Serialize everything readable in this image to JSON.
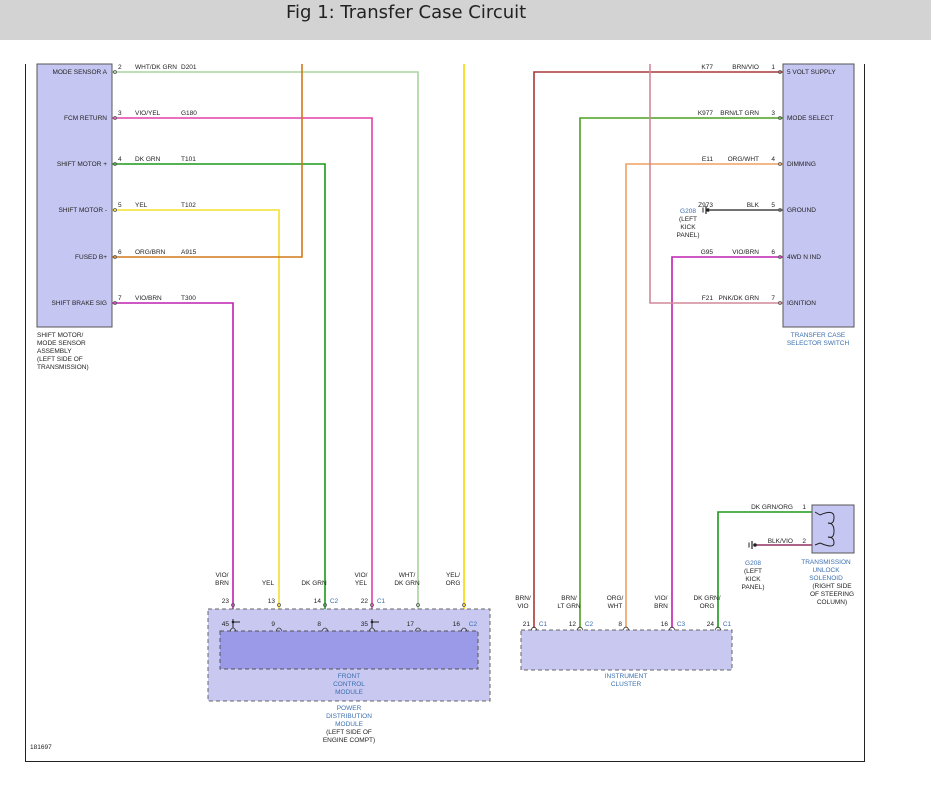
{
  "title": "Fig 1: Transfer Case Circuit",
  "figure_number": "181697",
  "colors": {
    "wht_dk_grn": "#a8d4a0",
    "vio_yel": "#e040a8",
    "dk_grn": "#1a9a1a",
    "yel": "#f2e030",
    "org_brn": "#d07818",
    "vio_brn": "#c020b0",
    "orange": "#f09020",
    "yellow_tall": "#f8d800",
    "brn_vio": "#a83838",
    "brn_lt_grn": "#4ca020",
    "org_wht": "#f0a060",
    "pnk_dk_grn": "#d08898",
    "blk_vio": "#903060",
    "module": "#c8c8f0",
    "module_inner": "#9a9ae8",
    "box": "#c6c6f2"
  },
  "left_component": {
    "pins": [
      {
        "name": "MODE SENSOR A",
        "num": "2",
        "wire": "WHT/DK GRN",
        "circuit": "D201"
      },
      {
        "name": "FCM RETURN",
        "num": "3",
        "wire": "VIO/YEL",
        "circuit": "G180"
      },
      {
        "name": "SHIFT MOTOR +",
        "num": "4",
        "wire": "DK GRN",
        "circuit": "T101"
      },
      {
        "name": "SHIFT MOTOR -",
        "num": "5",
        "wire": "YEL",
        "circuit": "T102"
      },
      {
        "name": "FUSED B+",
        "num": "6",
        "wire": "ORG/BRN",
        "circuit": "A915"
      },
      {
        "name": "SHIFT BRAKE SIG",
        "num": "7",
        "wire": "VIO/BRN",
        "circuit": "T300"
      }
    ],
    "caption": [
      "SHIFT MOTOR/",
      "MODE SENSOR",
      "ASSEMBLY",
      "(LEFT SIDE OF",
      "TRANSMISSION)"
    ]
  },
  "right_component": {
    "pins": [
      {
        "name": "5 VOLT SUPPLY",
        "num": "1",
        "wire": "BRN/VIO",
        "circuit": "K77"
      },
      {
        "name": "MODE SELECT",
        "num": "3",
        "wire": "BRN/LT GRN",
        "circuit": "K977"
      },
      {
        "name": "DIMMING",
        "num": "4",
        "wire": "ORG/WHT",
        "circuit": "E11"
      },
      {
        "name": "GROUND",
        "num": "5",
        "wire": "BLK",
        "circuit": "Z973"
      },
      {
        "name": "4WD N IND",
        "num": "6",
        "wire": "VIO/BRN",
        "circuit": "G95"
      },
      {
        "name": "IGNITION",
        "num": "7",
        "wire": "PNK/DK GRN",
        "circuit": "F21"
      }
    ],
    "caption": [
      "TRANSFER CASE",
      "SELECTOR SWITCH"
    ],
    "ground": [
      "G208",
      "(LEFT",
      "KICK",
      "PANEL)"
    ]
  },
  "fcm": {
    "wire_labels": [
      [
        "VIO/",
        "BRN"
      ],
      [
        "YEL"
      ],
      [
        "DK GRN"
      ],
      [
        "VIO/",
        "YEL"
      ],
      [
        "WHT/",
        "DK GRN"
      ],
      [
        "YEL/",
        "ORG"
      ]
    ],
    "pins_top": [
      "23",
      "13",
      "14",
      "22",
      "",
      ""
    ],
    "connectors_top": [
      "",
      "",
      "C2",
      "C1",
      "",
      ""
    ],
    "pins_bottom": [
      "45",
      "9",
      "8",
      "35",
      "17",
      "16"
    ],
    "connector_bottom": "C2",
    "inner_caption": [
      "FRONT",
      "CONTROL",
      "MODULE"
    ],
    "outer_caption": [
      "POWER",
      "DISTRIBUTION",
      "MODULE"
    ],
    "location": [
      "(LEFT SIDE OF",
      "ENGINE COMPT)"
    ]
  },
  "cluster": {
    "wire_labels": [
      [
        "BRN/",
        "VIO"
      ],
      [
        "BRN/",
        "LT GRN"
      ],
      [
        "ORG/",
        "WHT"
      ],
      [
        "VIO/",
        "BRN"
      ],
      [
        "DK GRN/",
        "ORG"
      ]
    ],
    "pins": [
      "21",
      "12",
      "8",
      "16",
      "24"
    ],
    "connectors": [
      "C1",
      "C2",
      "",
      "C3",
      "C1"
    ],
    "caption": [
      "INSTRUMENT",
      "CLUSTER"
    ]
  },
  "solenoid": {
    "pins": [
      {
        "num": "1",
        "wire": "DK GRN/ORG"
      },
      {
        "num": "2",
        "wire": "BLK/VIO"
      }
    ],
    "caption": [
      "TRANSMISSION",
      "UNLOCK",
      "SOLENOID"
    ],
    "location": [
      "(RIGHT SIDE",
      "OF STEERING",
      "COLUMN)"
    ],
    "ground": [
      "G208",
      "(LEFT",
      "KICK",
      "PANEL)"
    ]
  }
}
